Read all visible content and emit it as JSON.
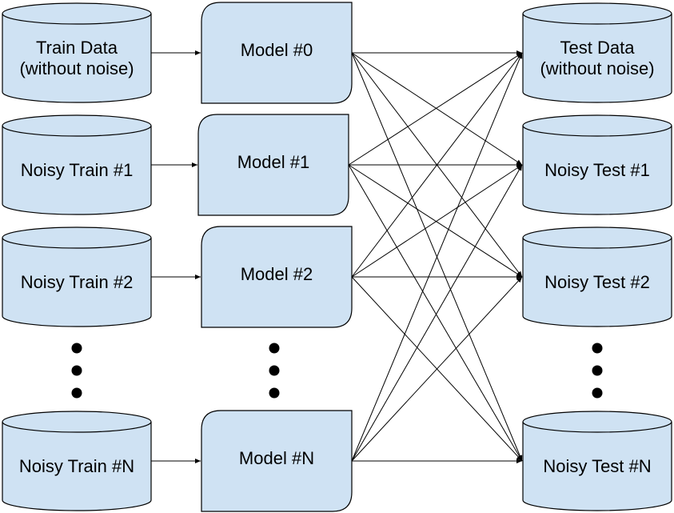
{
  "colors": {
    "fill": "#cfe2f3",
    "stroke": "#000000",
    "edge": "#000000"
  },
  "train_sets": [
    {
      "lines": [
        "Train Data",
        "(without noise)"
      ]
    },
    {
      "lines": [
        "Noisy Train #1"
      ]
    },
    {
      "lines": [
        "Noisy Train #2"
      ]
    },
    {
      "lines": [
        "Noisy Train #N"
      ]
    }
  ],
  "models": [
    {
      "label": "Model #0"
    },
    {
      "label": "Model #1"
    },
    {
      "label": "Model #2"
    },
    {
      "label": "Model #N"
    }
  ],
  "test_sets": [
    {
      "lines": [
        "Test Data",
        "(without noise)"
      ]
    },
    {
      "lines": [
        "Noisy Test #1"
      ]
    },
    {
      "lines": [
        "Noisy Test #2"
      ]
    },
    {
      "lines": [
        "Noisy Test #N"
      ]
    }
  ],
  "ellipsis": {
    "columns": [
      "train",
      "model",
      "test"
    ],
    "dot_count": 3
  },
  "edges": {
    "train_to_model": "one-to-one",
    "model_to_test": "all-to-all"
  }
}
